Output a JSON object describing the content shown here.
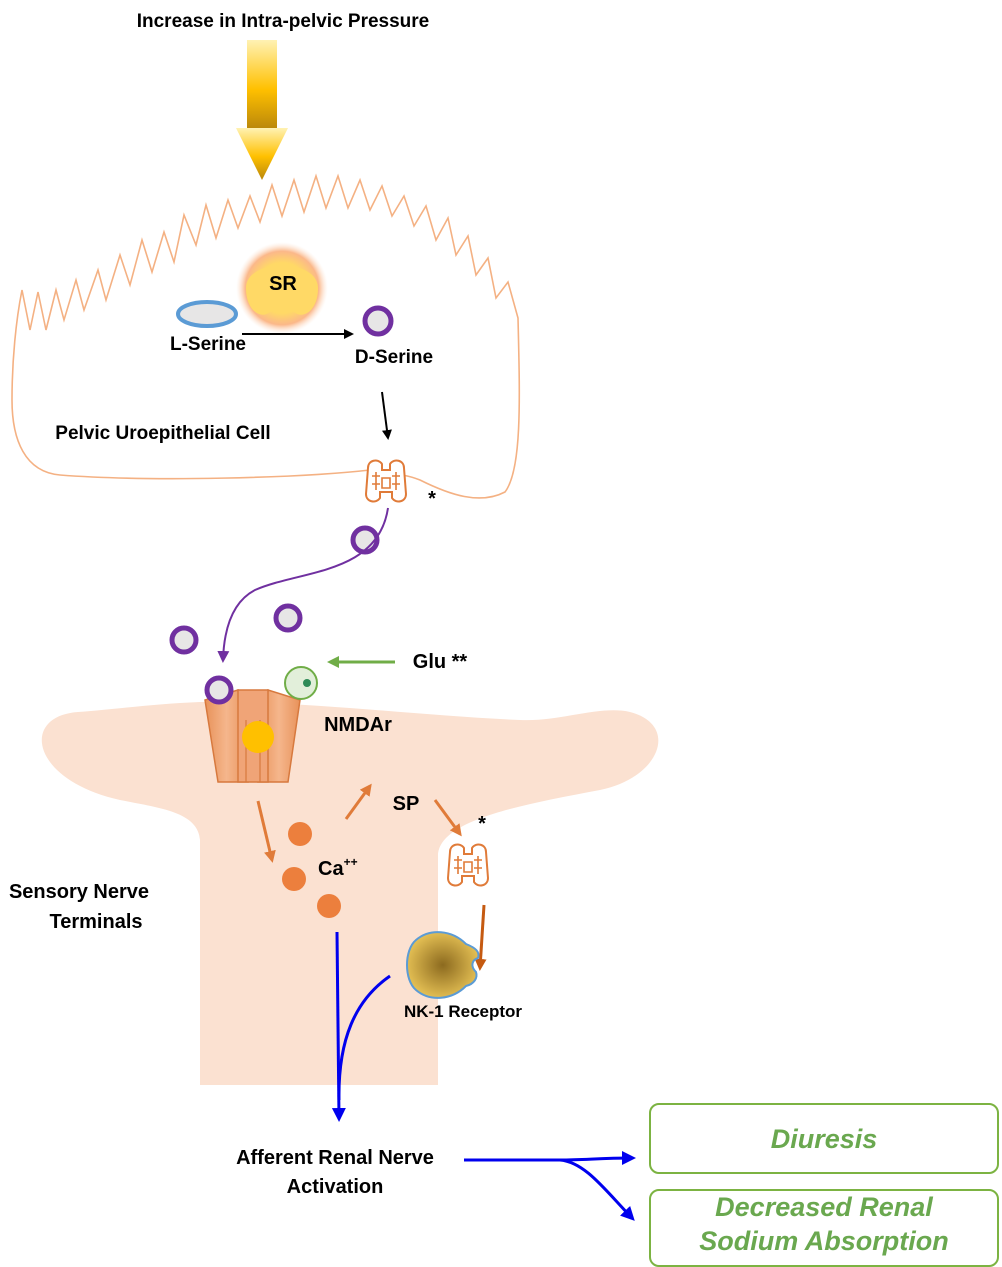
{
  "title": "Increase in Intra-pelvic Pressure",
  "epithelial_cell": {
    "label": "Pelvic Uroepithelial Cell",
    "enzyme": "SR",
    "substrate": "L-Serine",
    "product": "D-Serine",
    "receptor_note": "*"
  },
  "nerve_terminal": {
    "label_line1": "Sensory Nerve",
    "label_line2": "Terminals",
    "glutamate": "Glu **",
    "receptor": "NMDAr",
    "calcium_base": "Ca",
    "calcium_sup": "++",
    "peptide": "SP",
    "peptide_note": "*",
    "nk1": "NK-1 Receptor"
  },
  "activation": {
    "line1": "Afferent Renal Nerve",
    "line2": "Activation"
  },
  "outcomes": {
    "diuresis": "Diuresis",
    "sodium_line1": "Decreased Renal",
    "sodium_line2": "Sodium Absorption"
  },
  "colors": {
    "cell_outline": "#f4b183",
    "nerve_fill": "#fbe1d1",
    "dserine": "#7030a0",
    "lserine": "#5b9bd5",
    "glutamate": "#70ad47",
    "orange_arrow": "#e07b39",
    "blue_arrow": "#0000ee",
    "outcome_border": "#7cb342",
    "outcome_text": "#6aa84f"
  }
}
